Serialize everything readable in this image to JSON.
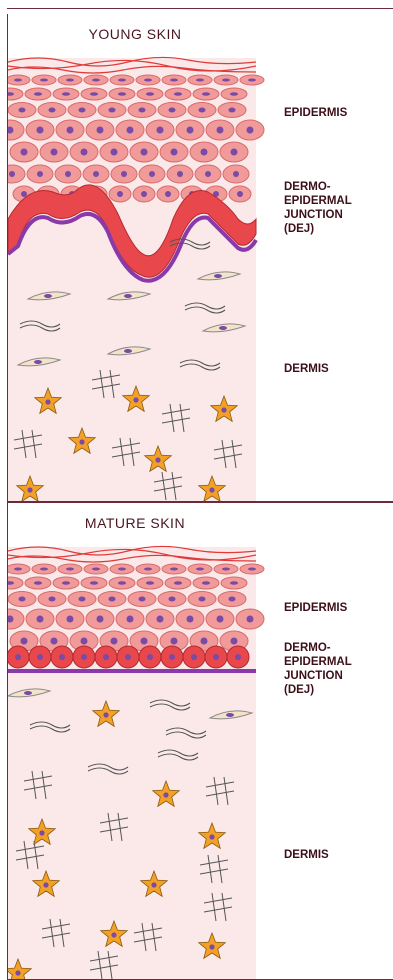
{
  "panels": {
    "young": {
      "title": "YOUNG SKIN",
      "labels": {
        "epidermis": "EPIDERMIS",
        "dej": "DERMO-\nEPIDERMAL\nJUNCTION\n(DEJ)",
        "dermis": "DERMIS"
      }
    },
    "mature": {
      "title": "MATURE SKIN",
      "labels": {
        "epidermis": "EPIDERMIS",
        "dej": "DERMO-\nEPIDERMAL\nJUNCTION\n(DEJ)",
        "dermis": "DERMIS"
      }
    }
  },
  "colors": {
    "frame": "#6b2b3a",
    "tissue_bg": "#fbe9ea",
    "cell_fill": "#f19a9a",
    "cell_edge": "#d86a6a",
    "nucleus": "#7a4aa6",
    "basal_cell": "#e8474c",
    "membrane": "#8a3aa8",
    "fibroblast": "#f4e3c8",
    "star_cell": "#f2a126",
    "fiber": "#555555",
    "keratin": "#e03a3a"
  }
}
